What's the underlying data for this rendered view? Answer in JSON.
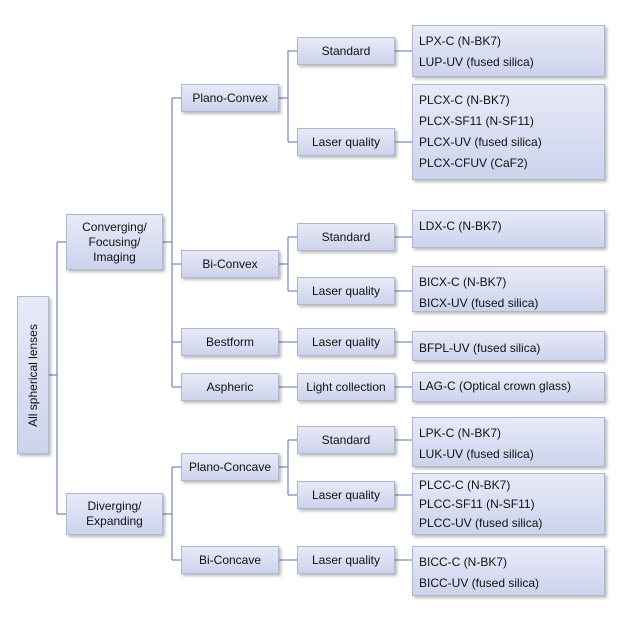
{
  "root": "All spherical lenses",
  "categories": {
    "converging": "Converging/\nFocusing/\nImaging",
    "diverging": "Diverging/\nExpanding"
  },
  "types": {
    "plano_convex": "Plano-Convex",
    "bi_convex": "Bi-Convex",
    "bestform": "Bestform",
    "aspheric": "Aspheric",
    "plano_concave": "Plano-Concave",
    "bi_concave": "Bi-Concave"
  },
  "qualities": {
    "standard": "Standard",
    "laser": "Laser quality",
    "light_collection": "Light collection"
  },
  "products": {
    "pcx_standard": [
      "LPX-C (N-BK7)",
      "LUP-UV (fused silica)"
    ],
    "pcx_laser": [
      "PLCX-C (N-BK7)",
      "PLCX-SF11 (N-SF11)",
      "PLCX-UV (fused silica)",
      "PLCX-CFUV (CaF2)"
    ],
    "bcx_standard": [
      "LDX-C (N-BK7)"
    ],
    "bcx_laser": [
      "BICX-C (N-BK7)",
      "BICX-UV (fused silica)"
    ],
    "bestform_laser": [
      "BFPL-UV (fused silica)"
    ],
    "aspheric_light": [
      "LAG-C (Optical crown glass)"
    ],
    "pcc_standard": [
      "LPK-C (N-BK7)",
      "LUK-UV (fused silica)"
    ],
    "pcc_laser": [
      "PLCC-C (N-BK7)",
      "PLCC-SF11 (N-SF11)",
      "PLCC-UV (fused silica)"
    ],
    "bcc_laser": [
      "BICC-C (N-BK7)",
      "BICC-UV (fused silica)"
    ]
  }
}
